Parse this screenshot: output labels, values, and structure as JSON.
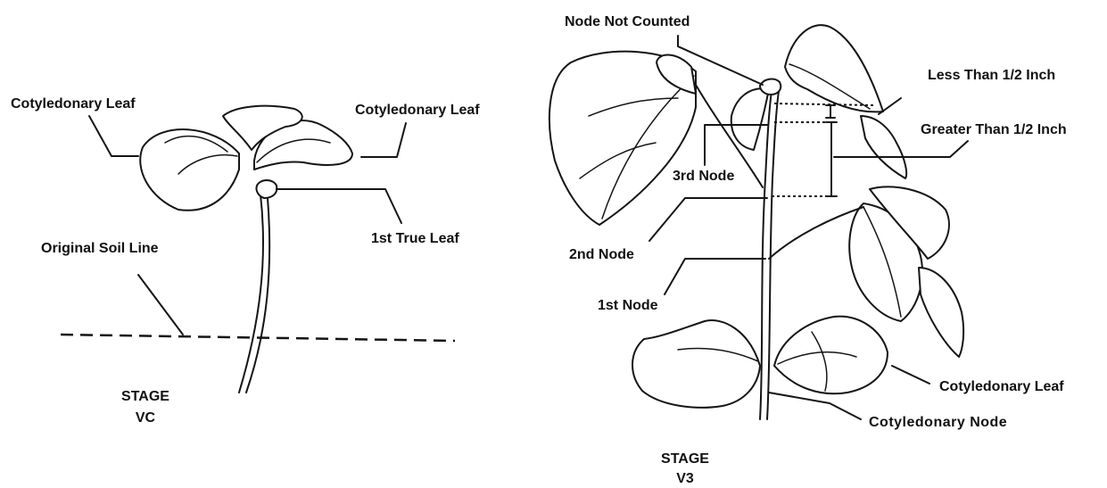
{
  "stage_vc": {
    "leaf_left": "Cotyledonary Leaf",
    "leaf_right": "Cotyledonary Leaf",
    "true_leaf": "1st True Leaf",
    "soil_line": "Original Soil Line",
    "stage_word": "STAGE",
    "stage_code": "VC"
  },
  "stage_v3": {
    "node_not_counted": "Node Not Counted",
    "less_than": "Less Than 1/2 Inch",
    "greater_than": "Greater Than 1/2 Inch",
    "third_node": "3rd Node",
    "second_node": "2nd Node",
    "first_node": "1st Node",
    "cotyledonary_leaf": "Cotyledonary Leaf",
    "cotyledonary_node": "Cotyledonary Node",
    "stage_word": "STAGE",
    "stage_code": "V3"
  }
}
